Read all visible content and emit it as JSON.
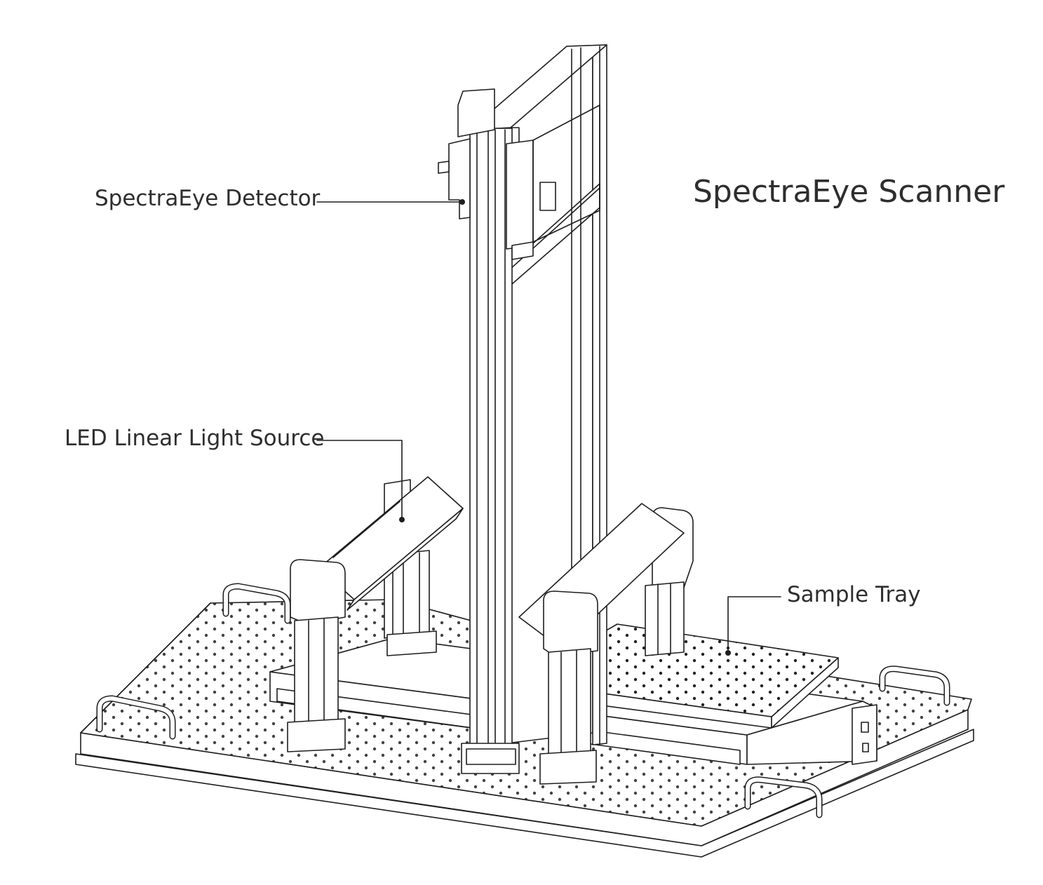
{
  "title": "SpectraEye Scanner",
  "callouts": {
    "detector": "SpectraEye Detector",
    "light_source": "LED Linear Light Source",
    "sample_tray": "Sample Tray"
  },
  "colors": {
    "line": "#1e1e1e",
    "surface": "#ffffff",
    "text": "#2e2e2e"
  }
}
